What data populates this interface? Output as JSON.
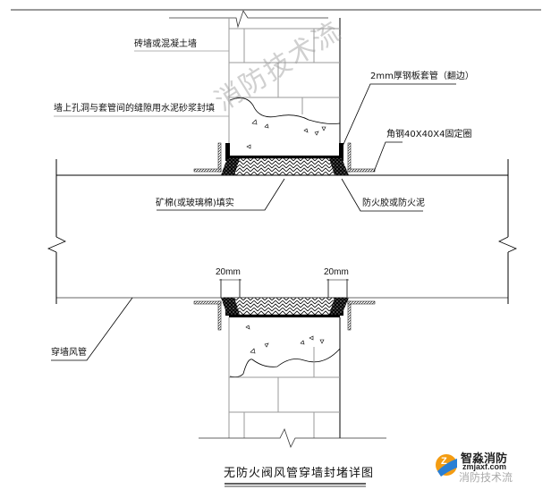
{
  "diagram": {
    "title": "无防火阀风管穿墙封堵详图",
    "labels": {
      "wall": "砖墙或混凝土墙",
      "gap_fill": "墙上孔洞与套管间的缝隙用水泥砂浆封填",
      "sleeve": "2mm厚钢板套管（翻边）",
      "angle_steel": "角钢40X40X4固定圈",
      "mineral_wool": "矿棉(或玻璃棉)填实",
      "fire_sealant": "防火胶或防火泥",
      "duct": "穿墙风管"
    },
    "dimensions": {
      "left_gap": "20mm",
      "right_gap": "20mm"
    },
    "watermark": "消防技术流",
    "logo": {
      "name": "智淼消防",
      "url": "zmjaxf.com",
      "subtitle": "消防技术流"
    },
    "colors": {
      "line": "#000000",
      "wall_line": "#9a9a9a",
      "watermark": "#969696",
      "logo_orange": "#f39c12",
      "logo_blue": "#2a7fd4"
    }
  }
}
